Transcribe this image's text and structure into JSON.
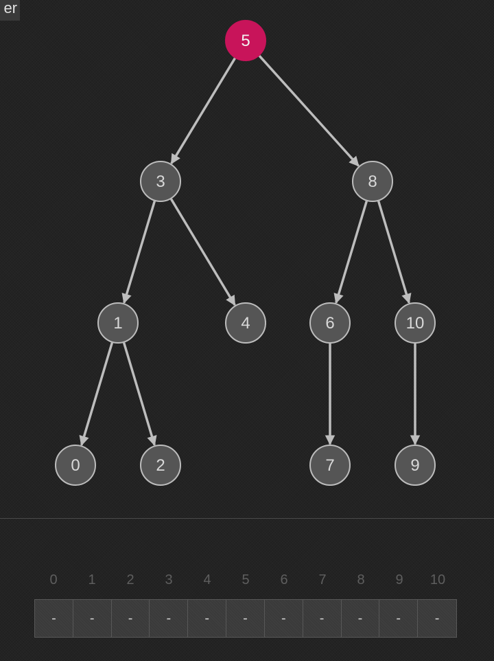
{
  "header": {
    "tag_text": "er"
  },
  "colors": {
    "root_fill": "#c8145a",
    "node_fill": "#555555",
    "node_stroke": "#bdbdbd",
    "edge": "#bdbdbd",
    "label": "#d9d9d9"
  },
  "tree": {
    "nodes": [
      {
        "id": "5",
        "label": "5",
        "highlight": true
      },
      {
        "id": "3",
        "label": "3"
      },
      {
        "id": "8",
        "label": "8"
      },
      {
        "id": "1",
        "label": "1"
      },
      {
        "id": "4",
        "label": "4"
      },
      {
        "id": "6",
        "label": "6"
      },
      {
        "id": "10",
        "label": "10"
      },
      {
        "id": "0",
        "label": "0"
      },
      {
        "id": "2",
        "label": "2"
      },
      {
        "id": "7",
        "label": "7"
      },
      {
        "id": "9",
        "label": "9"
      }
    ],
    "edges": [
      {
        "from": "5",
        "to": "3"
      },
      {
        "from": "5",
        "to": "8"
      },
      {
        "from": "3",
        "to": "1"
      },
      {
        "from": "3",
        "to": "4"
      },
      {
        "from": "8",
        "to": "6"
      },
      {
        "from": "8",
        "to": "10"
      },
      {
        "from": "1",
        "to": "0"
      },
      {
        "from": "1",
        "to": "2"
      },
      {
        "from": "6",
        "to": "7"
      },
      {
        "from": "10",
        "to": "9"
      }
    ]
  },
  "array": {
    "indices": [
      "0",
      "1",
      "2",
      "3",
      "4",
      "5",
      "6",
      "7",
      "8",
      "9",
      "10"
    ],
    "values": [
      "-",
      "-",
      "-",
      "-",
      "-",
      "-",
      "-",
      "-",
      "-",
      "-",
      "-"
    ]
  }
}
